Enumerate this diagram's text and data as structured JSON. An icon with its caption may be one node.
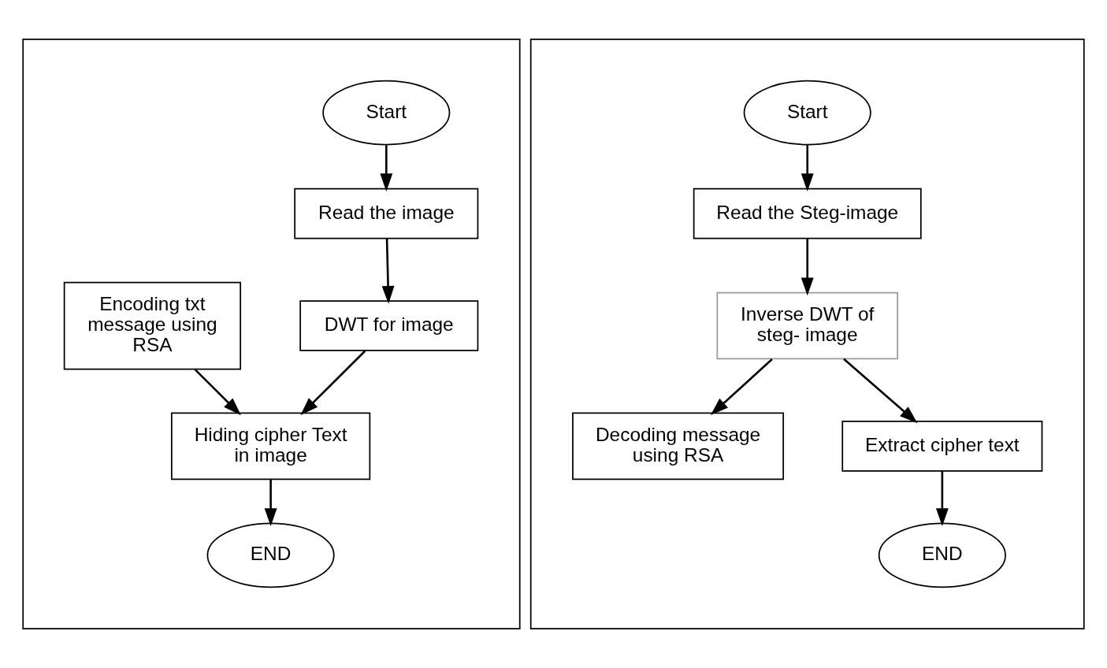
{
  "diagram": {
    "nodes": [
      {
        "text": [],
        "shape": "box"
      },
      {
        "text": [
          "Start"
        ],
        "in": 0
      },
      {
        "text": [
          "Read the image"
        ],
        "in": 0
      },
      {
        "text": [
          "Encoding txt message using RSA"
        ],
        "in": 0
      },
      {
        "text": [
          "DWT for image"
        ],
        "in": 0
      },
      {
        "text": [
          "Hiding cipher Text in image"
        ],
        "in": 0
      },
      {
        "text": [
          "END"
        ],
        "in": 0
      },
      {
        "text": [],
        "shape": "box"
      },
      {
        "text": [
          "Start"
        ],
        "in": 7
      },
      {
        "text": [
          "Read the Steg-image"
        ],
        "in": 7
      },
      {
        "text": [
          "Inverse DWT of steg- image"
        ],
        "in": 7
      },
      {
        "text": [
          "Decoding message using RSA"
        ],
        "in": 7
      },
      {
        "text": [
          "Extract cipher text"
        ],
        "in": 7
      },
      {
        "text": [
          "END"
        ],
        "in": 7
      }
    ],
    "edges": [
      {
        "from": 1,
        "to": 2,
        "arrow": "to"
      },
      {
        "from": 2,
        "to": 4,
        "arrow": "to"
      },
      {
        "from": 4,
        "to": 5,
        "arrow": "to"
      },
      {
        "from": 3,
        "to": 5,
        "arrow": "to"
      },
      {
        "from": 5,
        "to": 6,
        "arrow": "to"
      },
      {
        "from": 8,
        "to": 9,
        "arrow": "to"
      },
      {
        "from": 9,
        "to": 10,
        "arrow": "to"
      },
      {
        "from": 10,
        "to": 12,
        "arrow": "to"
      },
      {
        "from": 10,
        "to": 11,
        "arrow": "to"
      },
      {
        "from": 12,
        "to": 13,
        "arrow": "to"
      }
    ]
  }
}
